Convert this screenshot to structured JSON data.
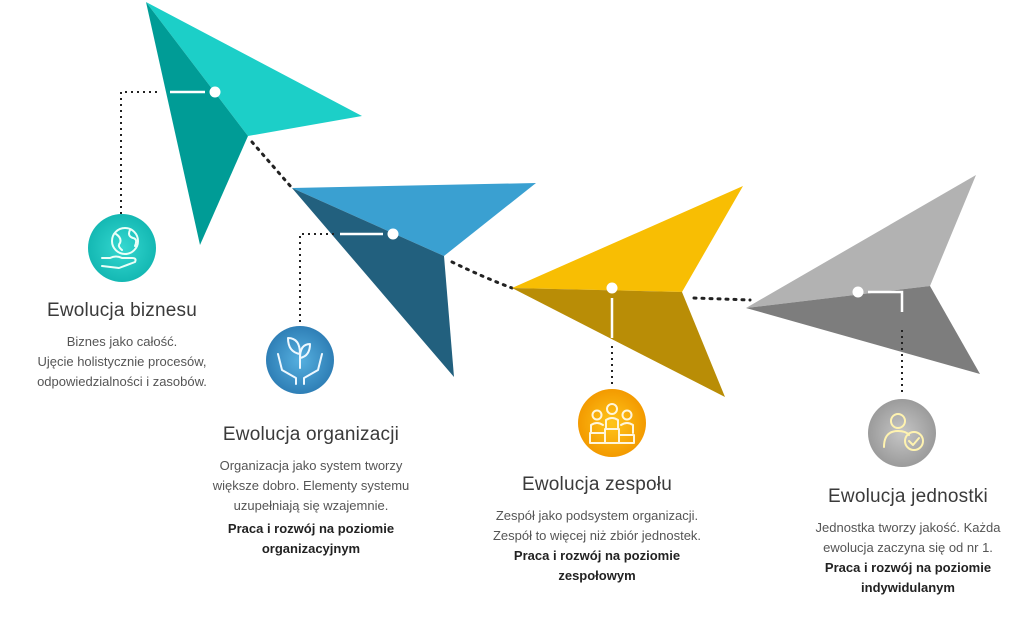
{
  "colors": {
    "biznes_light": "#1CCFC8",
    "biznes_dark": "#009C96",
    "organizacja_light": "#3AA0D1",
    "organizacja_dark": "#22607E",
    "zespol_light": "#F8BE03",
    "zespol_dark": "#B98D06",
    "jednostka_light": "#B2B2B2",
    "jednostka_dark": "#7D7D7D",
    "connector": "#222222"
  },
  "stages": [
    {
      "icon": "globe-hand-icon",
      "title": "Ewolucja biznesu",
      "lines": [
        "Biznes jako całość.",
        "Ujęcie holistycznie procesów,",
        "odpowiedzialności i zasobów."
      ],
      "bold_lines": []
    },
    {
      "icon": "plant-hands-icon",
      "title": "Ewolucja organizacji",
      "lines": [
        "Organizacja jako system tworzy",
        "większe dobro. Elementy systemu",
        "uzupełniają się wzajemnie."
      ],
      "bold_lines": [
        "Praca i rozwój na poziomie",
        "organizacyjnym"
      ]
    },
    {
      "icon": "team-podium-icon",
      "title": "Ewolucja zespołu",
      "lines": [
        "Zespół jako podsystem organizacji.",
        "Zespół to więcej niż zbiór jednostek."
      ],
      "bold_lines": [
        "Praca i rozwój na poziomie",
        "zespołowym"
      ]
    },
    {
      "icon": "person-check-icon",
      "title": "Ewolucja jednostki",
      "lines": [
        "Jednostka tworzy jakość. Każda",
        "ewolucja zaczyna się od nr 1."
      ],
      "bold_lines": [
        "Praca i rozwój na poziomie",
        "indywidulanym"
      ]
    }
  ]
}
